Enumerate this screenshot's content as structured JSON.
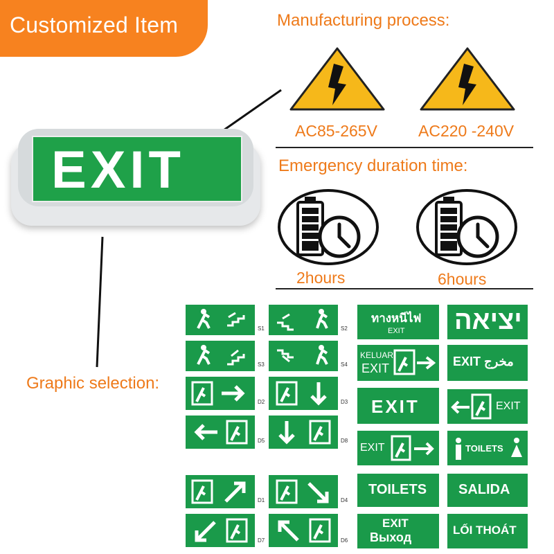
{
  "badge": {
    "label": "Customized Item"
  },
  "manufacturing": {
    "title": "Manufacturing process:",
    "voltages": [
      "AC85-265V",
      "AC220 -240V"
    ]
  },
  "emergency": {
    "title": "Emergency duration time:",
    "durations": [
      "2hours",
      "6hours"
    ]
  },
  "product": {
    "sign_text": "EXIT"
  },
  "graphic": {
    "title": "Graphic selection:",
    "codes": [
      "S1",
      "S2",
      "S3",
      "S4",
      "D2",
      "D3",
      "D5",
      "D8",
      "D1",
      "D4",
      "D7",
      "D6"
    ],
    "text_signs": {
      "thai": "ทางหนีไฟ",
      "thai_sub": "EXIT",
      "hebrew": "יציאה",
      "keluar": "KELUAR",
      "keluar_sub": "EXIT",
      "arabic": "EXIT مخرج",
      "exit_plain": "EXIT",
      "exit_left": "EXIT",
      "exit_right": "EXIT",
      "toilets_icon": "TOILETS",
      "toilets": "TOILETS",
      "salida": "SALIDA",
      "exit_ru": "EXIT",
      "ru": "Выход",
      "viet": "LỐI THOÁT"
    }
  },
  "colors": {
    "orange": "#f7821f",
    "sign_green": "#1a9a4a",
    "warning_yellow": "#f6b81a"
  }
}
